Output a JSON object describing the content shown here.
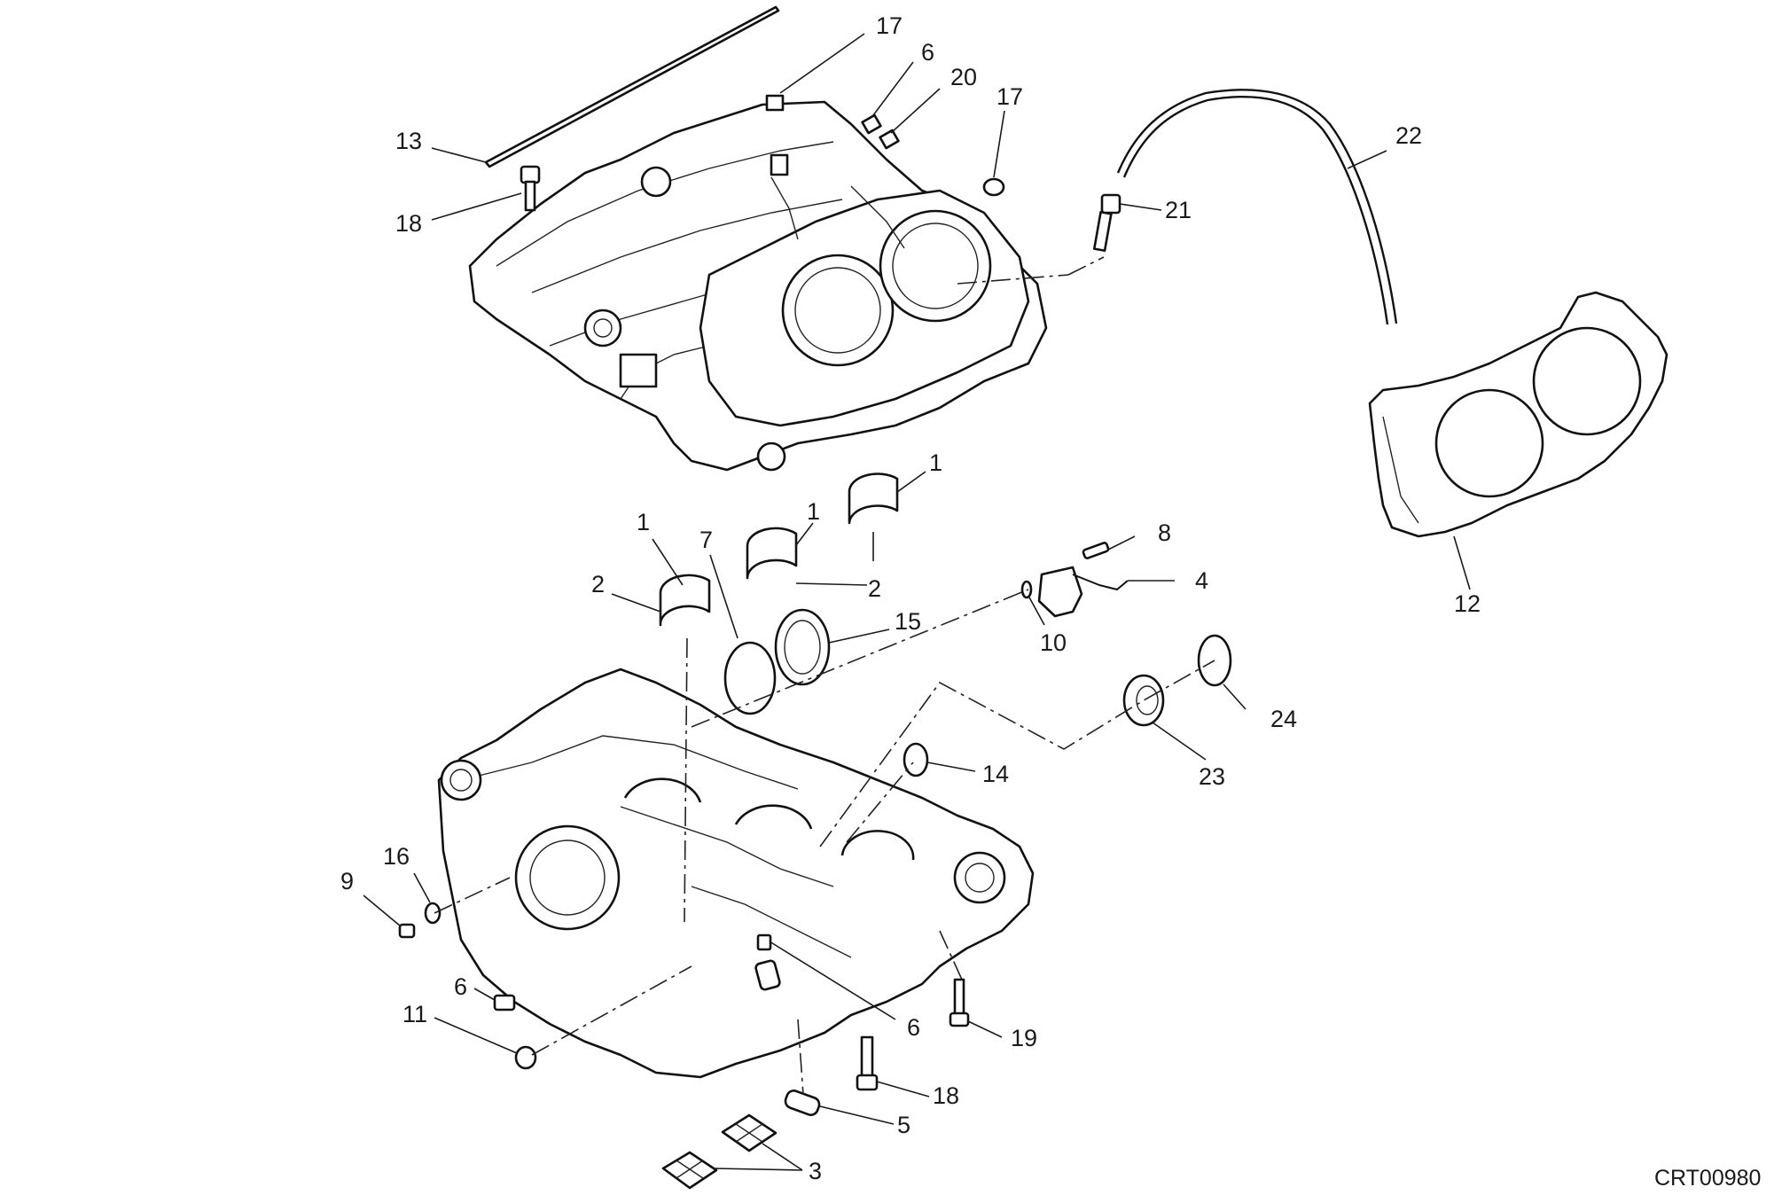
{
  "diagram": {
    "code": "CRT00980",
    "callouts": [
      "1",
      "1",
      "1",
      "2",
      "2",
      "3",
      "4",
      "5",
      "6",
      "6",
      "6",
      "7",
      "8",
      "9",
      "10",
      "11",
      "12",
      "13",
      "14",
      "15",
      "16",
      "17",
      "17",
      "18",
      "18",
      "19",
      "20",
      "21",
      "22",
      "23",
      "24"
    ]
  }
}
